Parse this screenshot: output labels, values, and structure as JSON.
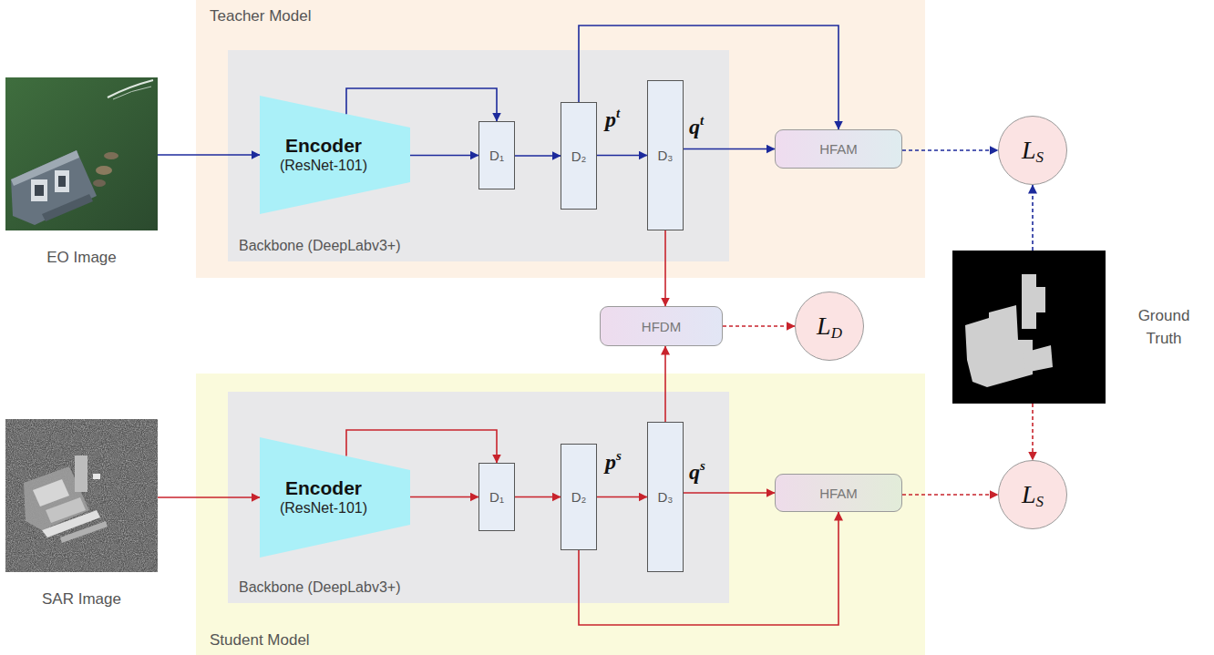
{
  "diagram": {
    "nodes": [
      {
        "text": [
          "Teacher Model"
        ]
      },
      {
        "text": [
          "Backbone (DeepLabv3+)"
        ],
        "in": 0
      },
      {
        "text": [
          "Encoder",
          "(ResNet-101)"
        ],
        "in": 1
      },
      {
        "text": [
          "D₁"
        ],
        "in": 1
      },
      {
        "text": [
          "D₂"
        ],
        "in": 1
      },
      {
        "text": [
          "D₃"
        ],
        "in": 1
      },
      {
        "text": [
          "HFAM"
        ],
        "in": 0
      },
      {
        "text": [
          "EO Image"
        ]
      },
      {
        "text": [
          "L",
          "S"
        ]
      },
      {
        "text": [
          "HFDM"
        ]
      },
      {
        "text": [
          "L",
          "D"
        ]
      },
      {
        "text": [
          "Student Model"
        ]
      },
      {
        "text": [
          "Backbone (DeepLabv3+)"
        ],
        "in": 11
      },
      {
        "text": [
          "Encoder",
          "(ResNet-101)"
        ],
        "in": 12
      },
      {
        "text": [
          "D₁"
        ],
        "in": 12
      },
      {
        "text": [
          "D₂"
        ],
        "in": 12
      },
      {
        "text": [
          "D₃"
        ],
        "in": 12
      },
      {
        "text": [
          "HFAM"
        ],
        "in": 11
      },
      {
        "text": [
          "SAR Image"
        ]
      },
      {
        "text": [
          "Ground Truth"
        ]
      },
      {
        "text": [
          "L",
          "S"
        ]
      }
    ],
    "edges": [
      {
        "from": 7,
        "to": 2,
        "arrow": "to"
      },
      {
        "from": 2,
        "to": 3,
        "arrow": "to"
      },
      {
        "from": 2,
        "to": 3,
        "arrow": "to"
      },
      {
        "from": 3,
        "to": 4,
        "arrow": "to"
      },
      {
        "from": 4,
        "to": 5,
        "arrow": "to"
      },
      {
        "from": 5,
        "to": 6,
        "arrow": "to"
      },
      {
        "from": 4,
        "to": 6,
        "arrow": "to"
      },
      {
        "from": 6,
        "to": 8,
        "arrow": "to"
      },
      {
        "from": 19,
        "to": 8,
        "arrow": "to"
      },
      {
        "from": 5,
        "to": 9,
        "arrow": "to"
      },
      {
        "from": 16,
        "to": 9,
        "arrow": "to"
      },
      {
        "from": 9,
        "to": 10,
        "arrow": "to"
      },
      {
        "from": 18,
        "to": 13,
        "arrow": "to"
      },
      {
        "from": 13,
        "to": 14,
        "arrow": "to"
      },
      {
        "from": 13,
        "to": 14,
        "arrow": "to"
      },
      {
        "from": 14,
        "to": 15,
        "arrow": "to"
      },
      {
        "from": 15,
        "to": 16,
        "arrow": "to"
      },
      {
        "from": 16,
        "to": 17,
        "arrow": "to"
      },
      {
        "from": 15,
        "to": 17,
        "arrow": "to"
      },
      {
        "from": 17,
        "to": 20,
        "arrow": "to"
      },
      {
        "from": 19,
        "to": 20,
        "arrow": "to"
      }
    ],
    "labels": [
      "p",
      "t",
      "q",
      "t",
      "p",
      "s",
      "q",
      "s"
    ]
  }
}
